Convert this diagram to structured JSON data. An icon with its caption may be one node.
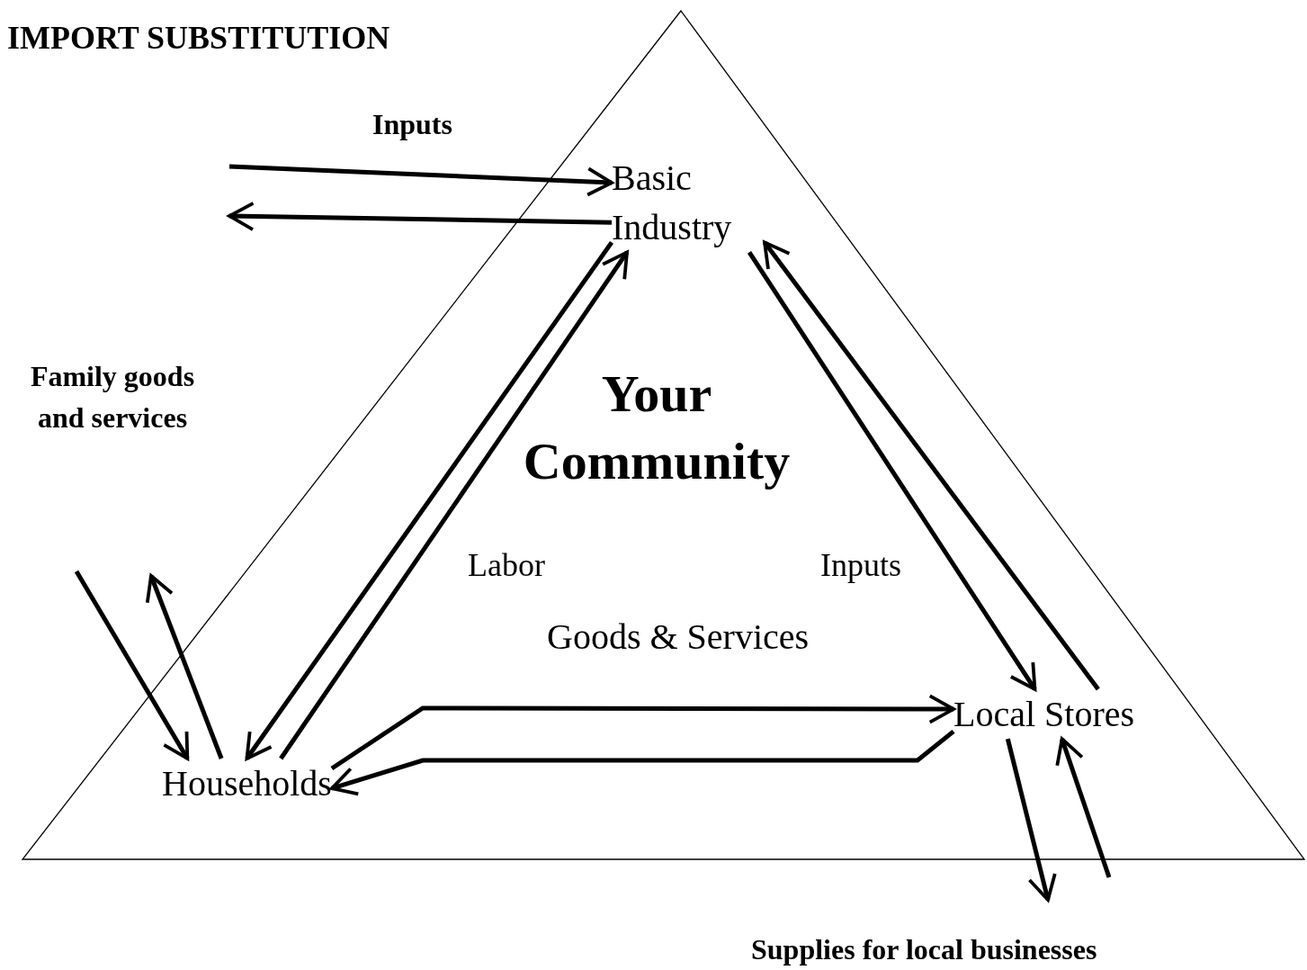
{
  "diagram": {
    "title": "IMPORT SUBSTITUTION",
    "nodes": [
      {
        "text": [
          "Your Community"
        ]
      },
      {
        "text": [
          "Basic Industry"
        ],
        "in": 0
      },
      {
        "text": [
          "Households"
        ],
        "in": 0
      },
      {
        "text": [
          "Local Stores"
        ],
        "in": 0
      }
    ],
    "edges": [
      {
        "from": null,
        "to": 1,
        "arrow": "to"
      },
      {
        "from": 1,
        "to": null,
        "arrow": "to"
      },
      {
        "from": null,
        "to": 2,
        "arrow": "to"
      },
      {
        "from": 2,
        "to": null,
        "arrow": "to"
      },
      {
        "from": 3,
        "to": null,
        "arrow": "to"
      },
      {
        "from": null,
        "to": 3,
        "arrow": "to"
      },
      {
        "from": 2,
        "to": 1,
        "arrow": "to"
      },
      {
        "from": 1,
        "to": 2,
        "arrow": "to"
      },
      {
        "from": 3,
        "to": 1,
        "arrow": "to"
      },
      {
        "from": 1,
        "to": 3,
        "arrow": "to"
      },
      {
        "from": 2,
        "to": 3,
        "arrow": "to"
      },
      {
        "from": 3,
        "to": 2,
        "arrow": "to"
      }
    ],
    "labels": [
      "Inputs",
      "Family goods and services",
      "Labor",
      "Inputs",
      "Goods & Services",
      "Supplies for local businesses"
    ]
  }
}
